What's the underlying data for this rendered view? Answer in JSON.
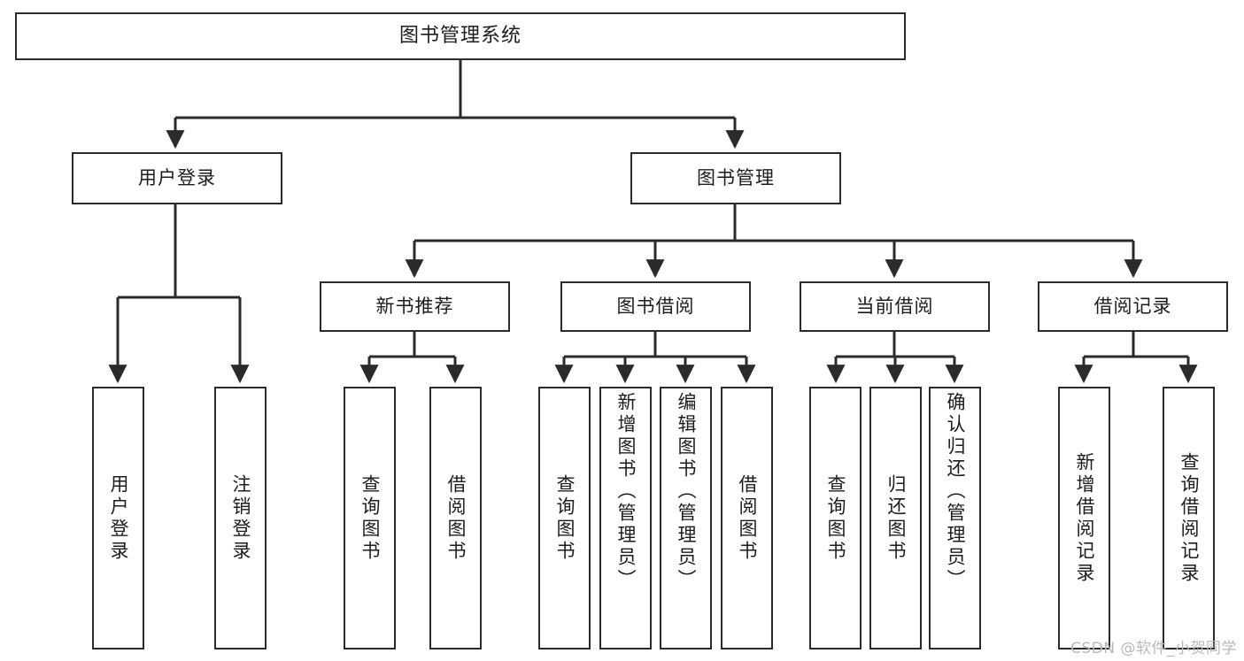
{
  "diagram": {
    "title": "图书管理系统",
    "type": "tree",
    "orientation": "top-down",
    "colors": {
      "box_stroke": "#2b2b2b",
      "box_fill": "#ffffff",
      "connector": "#2b2b2b",
      "text": "#1c1c1c",
      "background": "#ffffff",
      "watermark": "#b9b9b9"
    },
    "nodes": {
      "root": {
        "label": "图书管理系统"
      },
      "level1": [
        {
          "id": "user-login",
          "label": "用户登录"
        },
        {
          "id": "book-management",
          "label": "图书管理"
        }
      ],
      "level2": [
        {
          "id": "new-book-recommend",
          "label": "新书推荐"
        },
        {
          "id": "book-borrow",
          "label": "图书借阅"
        },
        {
          "id": "current-borrow",
          "label": "当前借阅"
        },
        {
          "id": "borrow-record",
          "label": "借阅记录"
        }
      ],
      "leaves": {
        "user_login": [
          {
            "id": "leaf-user-login",
            "label": "用户登录"
          },
          {
            "id": "leaf-logout-login",
            "label": "注销登录"
          }
        ],
        "new_book_recommend": [
          {
            "id": "leaf-query-book-1",
            "label": "查询图书"
          },
          {
            "id": "leaf-borrow-book-1",
            "label": "借阅图书"
          }
        ],
        "book_borrow": [
          {
            "id": "leaf-query-book-2",
            "label": "查询图书"
          },
          {
            "id": "leaf-add-book",
            "label": "新增图书（管理员）"
          },
          {
            "id": "leaf-edit-book",
            "label": "编辑图书（管理员）"
          },
          {
            "id": "leaf-borrow-book-2",
            "label": "借阅图书"
          }
        ],
        "current_borrow": [
          {
            "id": "leaf-query-book-3",
            "label": "查询图书"
          },
          {
            "id": "leaf-return-book",
            "label": "归还图书"
          },
          {
            "id": "leaf-confirm-return",
            "label": "确认归还（管理员）"
          }
        ],
        "borrow_record": [
          {
            "id": "leaf-add-record",
            "label": "新增借阅记录"
          },
          {
            "id": "leaf-query-record",
            "label": "查询借阅记录"
          }
        ]
      }
    }
  },
  "watermark": {
    "text": "CSDN @软件_小贺同学"
  }
}
